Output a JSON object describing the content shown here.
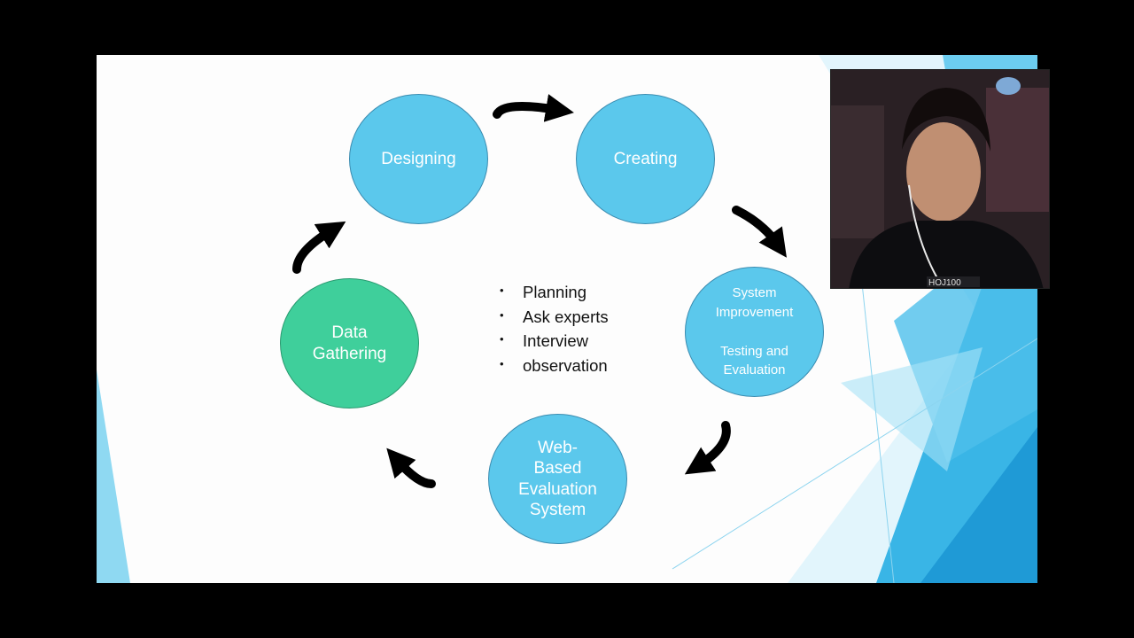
{
  "diagram": {
    "nodes": {
      "designing": "Designing",
      "creating": "Creating",
      "system_improvement": "System Improvement",
      "testing_evaluation": "Testing and Evaluation",
      "web_based": [
        "Web-",
        "Based",
        "Evaluation",
        "System"
      ],
      "data_gathering": [
        "Data",
        "Gathering"
      ]
    },
    "bullets": [
      "Planning",
      "Ask experts",
      "Interview",
      "observation"
    ]
  },
  "colors": {
    "node_blue": "#5bc8ec",
    "node_green": "#3fcf9b",
    "arrow": "#000000",
    "accent": "#29a8e0"
  },
  "webcam": {
    "shirt_text": "HOJ100"
  }
}
